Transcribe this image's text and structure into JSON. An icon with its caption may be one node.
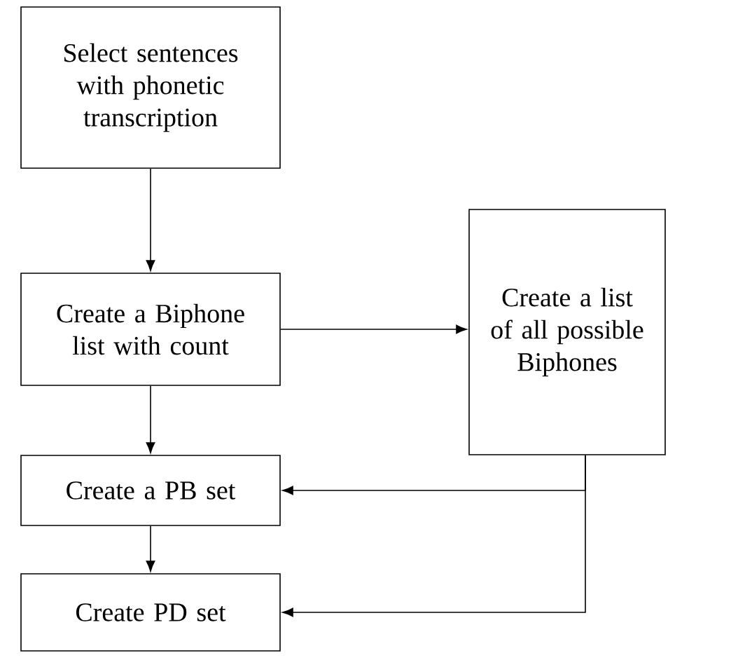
{
  "diagram": {
    "nodes": [
      {
        "text": [
          "Select sentences with phonetic transcription"
        ]
      },
      {
        "text": [
          "Create a Biphone list with count"
        ]
      },
      {
        "text": [
          "Create a list of all possible Biphones"
        ]
      },
      {
        "text": [
          "Create a PB set"
        ]
      },
      {
        "text": [
          "Create PD set"
        ]
      }
    ],
    "edges": [
      {
        "from": 0,
        "to": 1,
        "arrow": "to"
      },
      {
        "from": 1,
        "to": 2,
        "arrow": "to"
      },
      {
        "from": 1,
        "to": 3,
        "arrow": "to"
      },
      {
        "from": 2,
        "to": 3,
        "arrow": "to"
      },
      {
        "from": 3,
        "to": 4,
        "arrow": "to"
      },
      {
        "from": 2,
        "to": 4,
        "arrow": "to"
      }
    ]
  }
}
